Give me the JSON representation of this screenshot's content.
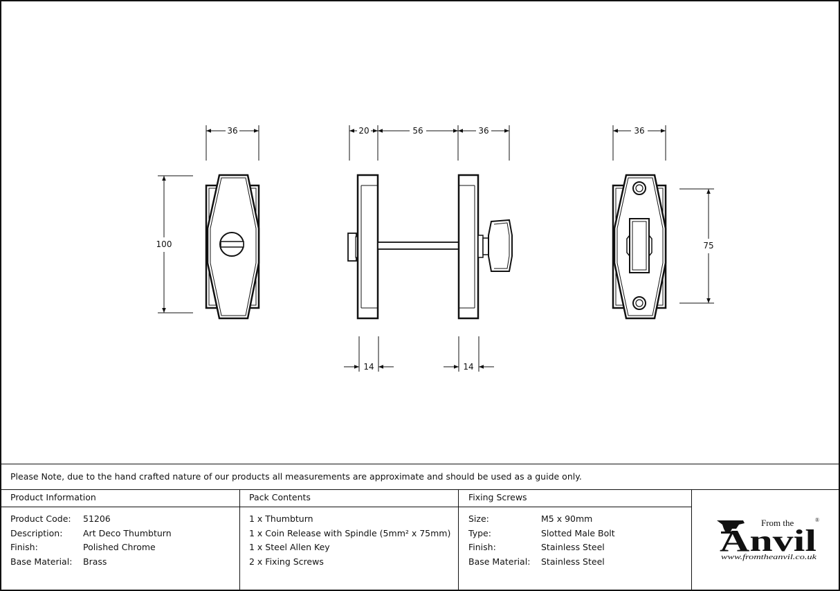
{
  "dimensions": {
    "front_width": "36",
    "front_height": "100",
    "side_left": "20",
    "side_spindle": "56",
    "side_right": "36",
    "back_width": "36",
    "back_height": "75",
    "plate_depth_left": "14",
    "plate_depth_right": "14"
  },
  "note": "Please Note, due to the hand crafted nature of our products all measurements are approximate and should be used as a guide only.",
  "product_information": {
    "heading": "Product Information",
    "rows": [
      {
        "label": "Product Code:",
        "value": "51206"
      },
      {
        "label": "Description:",
        "value": "Art Deco Thumbturn"
      },
      {
        "label": "Finish:",
        "value": "Polished Chrome"
      },
      {
        "label": "Base Material:",
        "value": "Brass"
      }
    ]
  },
  "pack_contents": {
    "heading": "Pack Contents",
    "items": [
      "1 x Thumbturn",
      "1 x Coin Release with Spindle (5mm² x 75mm)",
      "1 x Steel Allen Key",
      "2 x Fixing Screws"
    ]
  },
  "fixing_screws": {
    "heading": "Fixing Screws",
    "rows": [
      {
        "label": "Size:",
        "value": "M5 x 90mm"
      },
      {
        "label": "Type:",
        "value": "Slotted Male Bolt"
      },
      {
        "label": "Finish:",
        "value": "Stainless Steel"
      },
      {
        "label": "Base Material:",
        "value": "Stainless Steel"
      }
    ]
  },
  "logo": {
    "from_the": "From the",
    "brand": "Anvil",
    "registered": "®",
    "url": "www.fromtheanvil.co.uk"
  }
}
